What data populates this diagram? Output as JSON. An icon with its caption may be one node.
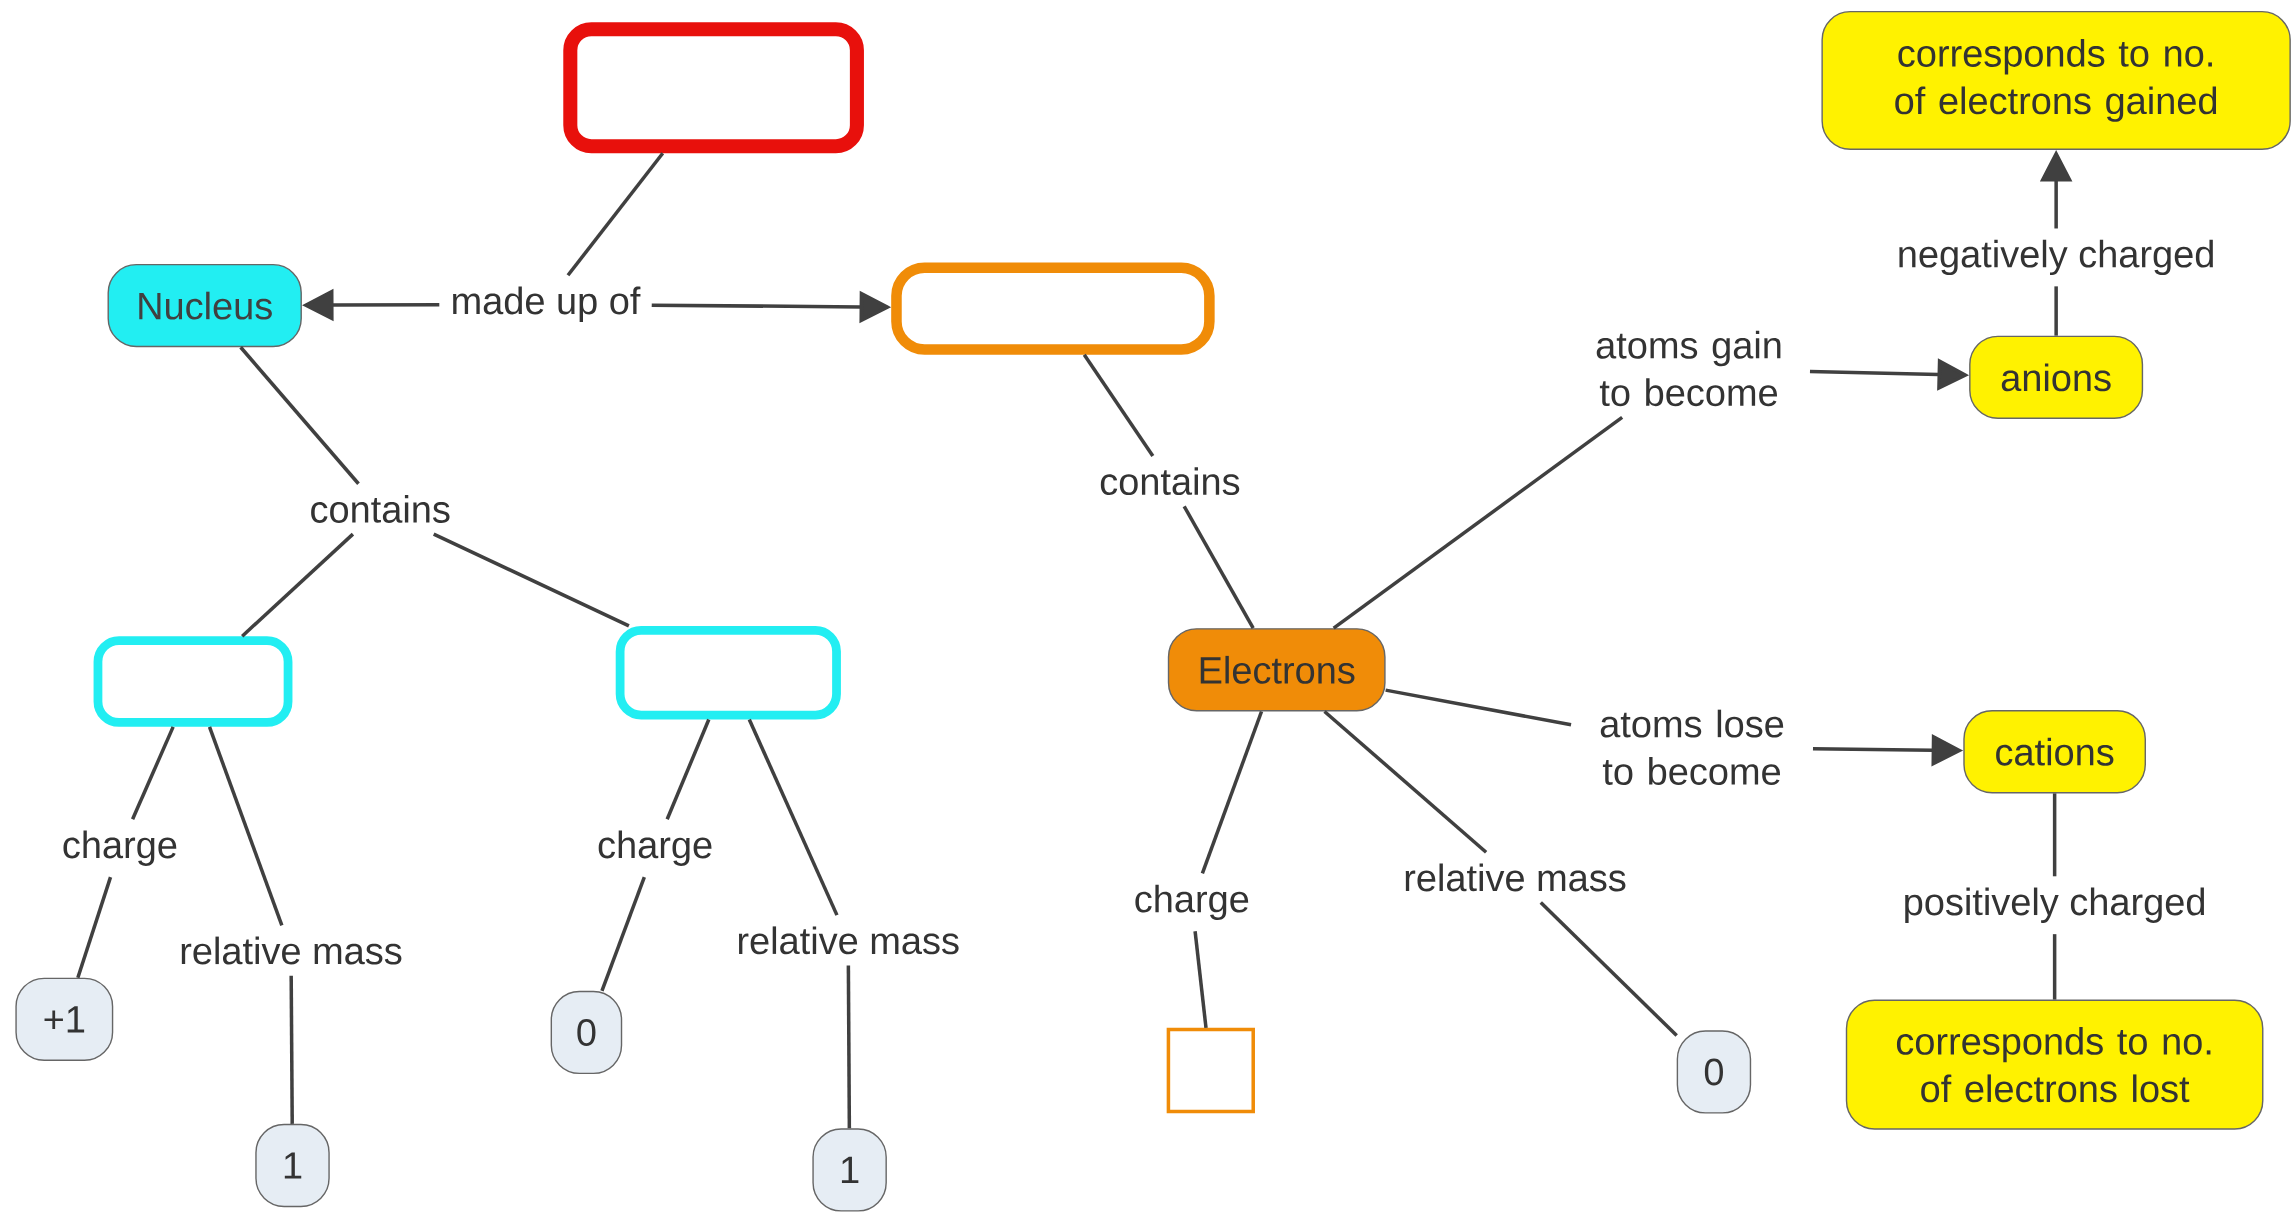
{
  "diagram": {
    "nodes": [
      {
        "text": [],
        "shape": "box"
      },
      {
        "text": [
          "Nucleus"
        ]
      },
      {
        "text": [],
        "shape": "box"
      },
      {
        "text": [],
        "shape": "box"
      },
      {
        "text": [],
        "shape": "box"
      },
      {
        "text": [
          "Electrons"
        ]
      },
      {
        "text": [
          "+1"
        ]
      },
      {
        "text": [
          "1"
        ]
      },
      {
        "text": [
          "0"
        ]
      },
      {
        "text": [
          "1"
        ]
      },
      {
        "text": [],
        "shape": "box"
      },
      {
        "text": [
          "0"
        ]
      },
      {
        "text": [
          "corresponds to no. of electrons gained"
        ]
      },
      {
        "text": [
          "anions"
        ]
      },
      {
        "text": [
          "cations"
        ]
      },
      {
        "text": [
          "corresponds to no. of electrons lost"
        ]
      },
      {
        "text": [
          "made up of"
        ]
      },
      {
        "text": [
          "contains"
        ]
      },
      {
        "text": [
          "contains"
        ]
      },
      {
        "text": [
          "charge"
        ]
      },
      {
        "text": [
          "relative mass"
        ]
      },
      {
        "text": [
          "charge"
        ]
      },
      {
        "text": [
          "relative mass"
        ]
      },
      {
        "text": [
          "charge"
        ]
      },
      {
        "text": [
          "relative mass"
        ]
      },
      {
        "text": [
          "atoms gain to become"
        ]
      },
      {
        "text": [
          "atoms lose to become"
        ]
      },
      {
        "text": [
          "negatively charged"
        ]
      },
      {
        "text": [
          "positively charged"
        ]
      }
    ],
    "edges": [
      {
        "from": 0,
        "to": 16,
        "arrow": "none"
      },
      {
        "from": 16,
        "to": 1,
        "arrow": "to"
      },
      {
        "from": 16,
        "to": 2,
        "arrow": "to"
      },
      {
        "from": 1,
        "to": 17,
        "arrow": "none"
      },
      {
        "from": 17,
        "to": 3,
        "arrow": "none"
      },
      {
        "from": 17,
        "to": 4,
        "arrow": "none"
      },
      {
        "from": 2,
        "to": 18,
        "arrow": "none"
      },
      {
        "from": 18,
        "to": 5,
        "arrow": "none"
      },
      {
        "from": 3,
        "to": 19,
        "arrow": "none"
      },
      {
        "from": 19,
        "to": 6,
        "arrow": "none"
      },
      {
        "from": 3,
        "to": 20,
        "arrow": "none"
      },
      {
        "from": 20,
        "to": 7,
        "arrow": "none"
      },
      {
        "from": 4,
        "to": 21,
        "arrow": "none"
      },
      {
        "from": 21,
        "to": 8,
        "arrow": "none"
      },
      {
        "from": 4,
        "to": 22,
        "arrow": "none"
      },
      {
        "from": 22,
        "to": 9,
        "arrow": "none"
      },
      {
        "from": 5,
        "to": 23,
        "arrow": "none"
      },
      {
        "from": 23,
        "to": 10,
        "arrow": "none"
      },
      {
        "from": 5,
        "to": 24,
        "arrow": "none"
      },
      {
        "from": 24,
        "to": 11,
        "arrow": "none"
      },
      {
        "from": 5,
        "to": 25,
        "arrow": "none"
      },
      {
        "from": 25,
        "to": 13,
        "arrow": "to"
      },
      {
        "from": 5,
        "to": 26,
        "arrow": "none"
      },
      {
        "from": 26,
        "to": 14,
        "arrow": "to"
      },
      {
        "from": 13,
        "to": 27,
        "arrow": "none"
      },
      {
        "from": 27,
        "to": 12,
        "arrow": "to"
      },
      {
        "from": 14,
        "to": 28,
        "arrow": "none"
      },
      {
        "from": 28,
        "to": 15,
        "arrow": "none"
      }
    ]
  }
}
